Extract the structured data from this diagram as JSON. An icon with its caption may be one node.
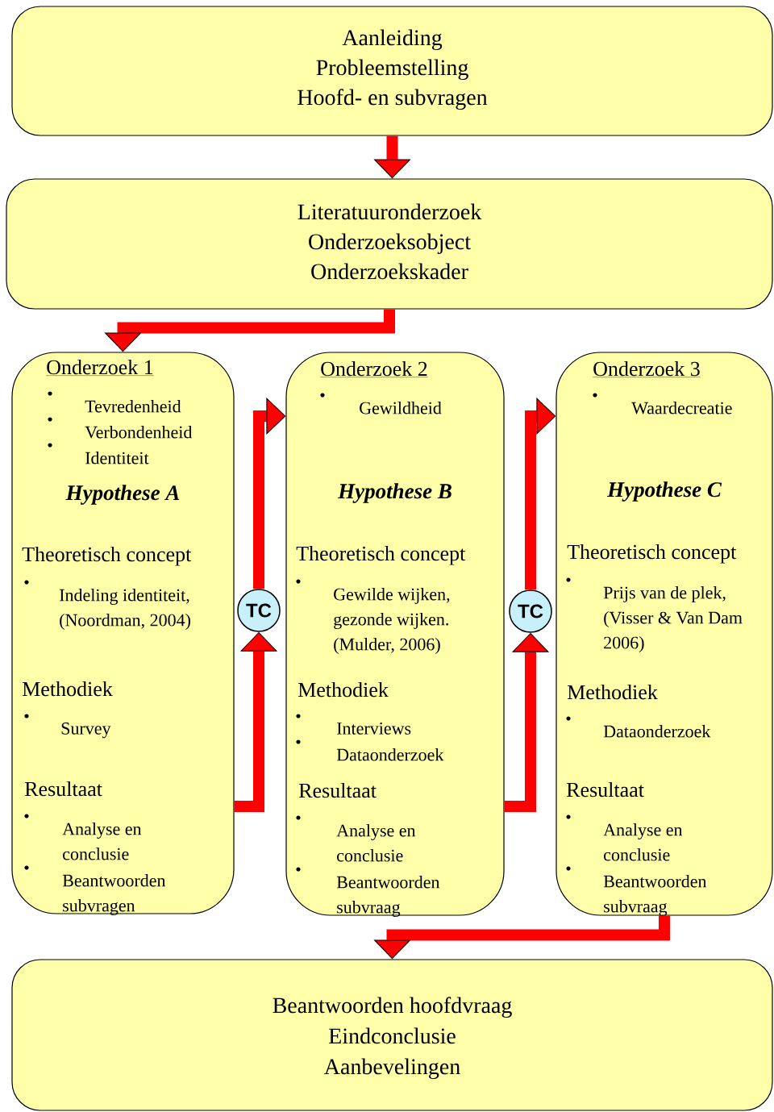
{
  "diagram": {
    "nodes": [
      {
        "text": [
          "Aanleiding",
          "Probleemstelling",
          "Hoofd- en subvragen"
        ]
      },
      {
        "text": [
          "Literatuuronderzoek",
          "Onderzoeksobject",
          "Onderzoekskader"
        ]
      },
      {
        "text": [
          "Onderzoek 1",
          "Tevredenheid",
          "Verbondenheid",
          "Identiteit",
          "Hypothese A",
          "Theoretisch concept",
          "Indeling identiteit, (Noordman, 2004)",
          "Methodiek",
          "Survey",
          "Resultaat",
          "Analyse en conclusie",
          "Beantwoorden subvragen"
        ]
      },
      {
        "text": [
          "TC"
        ]
      },
      {
        "text": [
          "Onderzoek 2",
          "Gewildheid",
          "Hypothese B",
          "Theoretisch concept",
          "Gewilde wijken, gezonde wijken. (Mulder, 2006)",
          "Methodiek",
          "Interviews",
          "Dataonderzoek",
          "Resultaat",
          "Analyse en conclusie",
          "Beantwoorden subvraag"
        ]
      },
      {
        "text": [
          "TC"
        ]
      },
      {
        "text": [
          "Onderzoek 3",
          "Waardecreatie",
          "Hypothese C",
          "Theoretisch concept",
          "Prijs van de plek, (Visser & Van Dam 2006)",
          "Methodiek",
          "Dataonderzoek",
          "Resultaat",
          "Analyse en conclusie",
          "Beantwoorden subvraag"
        ]
      },
      {
        "text": [
          "Beantwoorden hoofdvraag",
          "Eindconclusie",
          "Aanbevelingen"
        ]
      }
    ],
    "edges": [
      {
        "from": 0,
        "to": 1,
        "arrow": "to"
      },
      {
        "from": 1,
        "to": 2,
        "arrow": "to"
      },
      {
        "from": 2,
        "to": 3,
        "arrow": "to"
      },
      {
        "from": 3,
        "to": 4,
        "arrow": "to"
      },
      {
        "from": 4,
        "to": 5,
        "arrow": "to"
      },
      {
        "from": 5,
        "to": 6,
        "arrow": "to"
      },
      {
        "from": 6,
        "to": 7,
        "arrow": "to"
      }
    ]
  }
}
